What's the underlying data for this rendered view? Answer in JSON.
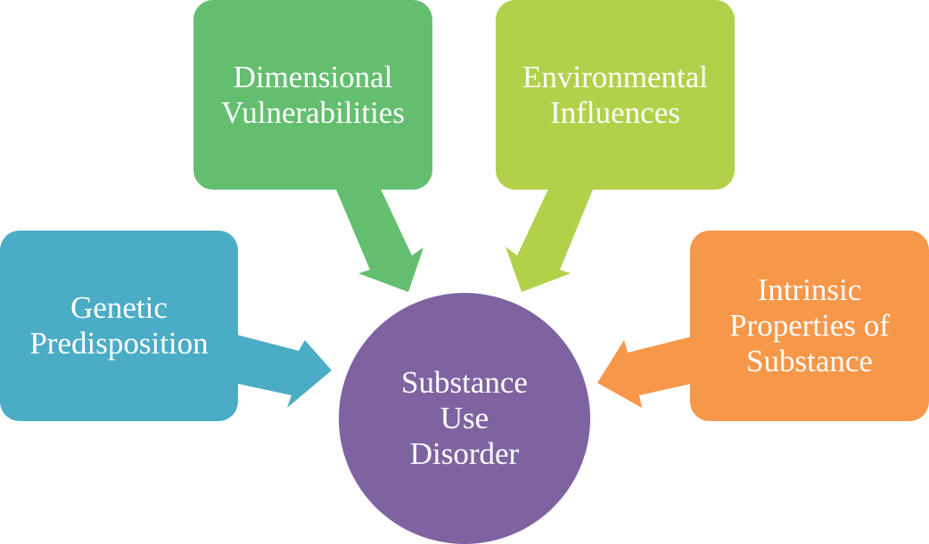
{
  "diagram": {
    "center": {
      "label": "Substance\nUse\nDisorder",
      "color": "#7F63A1"
    },
    "factors": [
      {
        "id": "genetic",
        "label": "Genetic\nPredisposition",
        "color": "#4BACC6"
      },
      {
        "id": "dimensional",
        "label": "Dimensional\nVulnerabilities",
        "color": "#64BE6F"
      },
      {
        "id": "environmental",
        "label": "Environmental\nInfluences",
        "color": "#B2D14B"
      },
      {
        "id": "intrinsic",
        "label": "Intrinsic\nProperties of\nSubstance",
        "color": "#F79749"
      }
    ]
  }
}
